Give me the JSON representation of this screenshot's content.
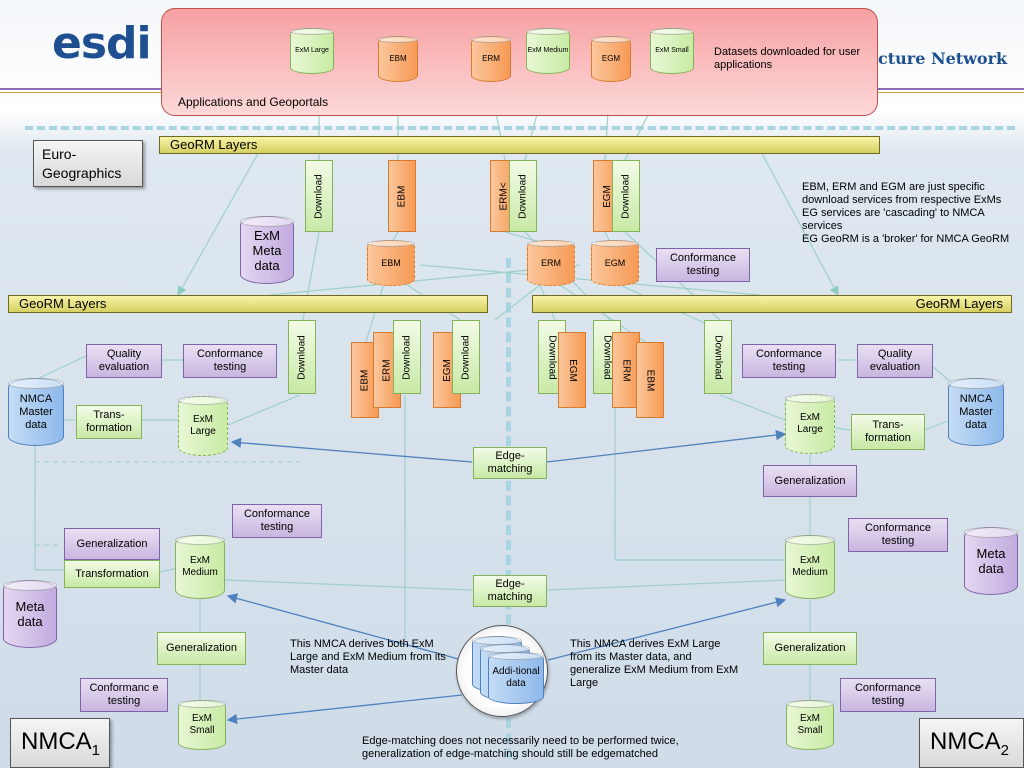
{
  "header": {
    "logo": "esdi",
    "subtitle": "cture Network"
  },
  "apps": {
    "label": "Applications and Geoportals",
    "datasets_note": "Datasets downloaded for user applications",
    "items": [
      "ExM Large",
      "EBM",
      "ERM",
      "ExM Medium",
      "EGM",
      "ExM Small"
    ]
  },
  "eurogeographics": "Euro-Geographics",
  "georm_layers": {
    "top": "GeoRM Layers",
    "left": "GeoRM Layers",
    "right": "GeoRM Layers"
  },
  "labels": {
    "download": "Download",
    "ebm": "EBM",
    "erm": "ERM",
    "egm": "EGM",
    "erm_cut": "ERM<",
    "exm_meta": "ExM Meta data",
    "meta": "Meta data",
    "conformance": "Conformance testing",
    "conformance_split": "Conformanc e testing",
    "quality": "Quality evaluation",
    "transformation_short": "Trans-formation",
    "nmca_master": "NMCA Master data",
    "exm_large": "ExM Large",
    "exm_medium": "ExM Medium",
    "exm_small": "ExM Small",
    "generalization": "Generalization",
    "transformation": "Transformation",
    "edge_matching": "Edge-matching",
    "additional": "Addi-tional data"
  },
  "notes": {
    "services": "EBM, ERM and EGM are just specific download services from respective ExMs\nEG services are 'cascading' to NMCA services\nEG GeoRM is a 'broker' for NMCA GeoRM",
    "nmca1_derives": "This NMCA derives both ExM Large and ExM Medium from its Master data",
    "nmca2_derives": "This NMCA derives ExM Large from its Master data, and generalize ExM Medium from ExM Large",
    "edge_note": "Edge-matching does not necessarily need to be performed twice, generalization of edge-matching should still be edgematched"
  },
  "nmca": {
    "left": "NMCA",
    "left_sub": "1",
    "right": "NMCA",
    "right_sub": "2"
  },
  "colors": {
    "edge_arrow": "#4f81bd",
    "line": "#9fd0c8"
  }
}
